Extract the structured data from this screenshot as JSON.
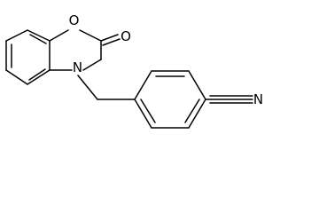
{
  "structure": {
    "atoms": {
      "ring_oxygen": "O",
      "carbonyl_oxygen": "O",
      "ring_nitrogen": "N",
      "nitrile_nitrogen": "N"
    }
  },
  "colors": {
    "bond": "#000000",
    "label": "#000000",
    "background": "#ffffff"
  }
}
